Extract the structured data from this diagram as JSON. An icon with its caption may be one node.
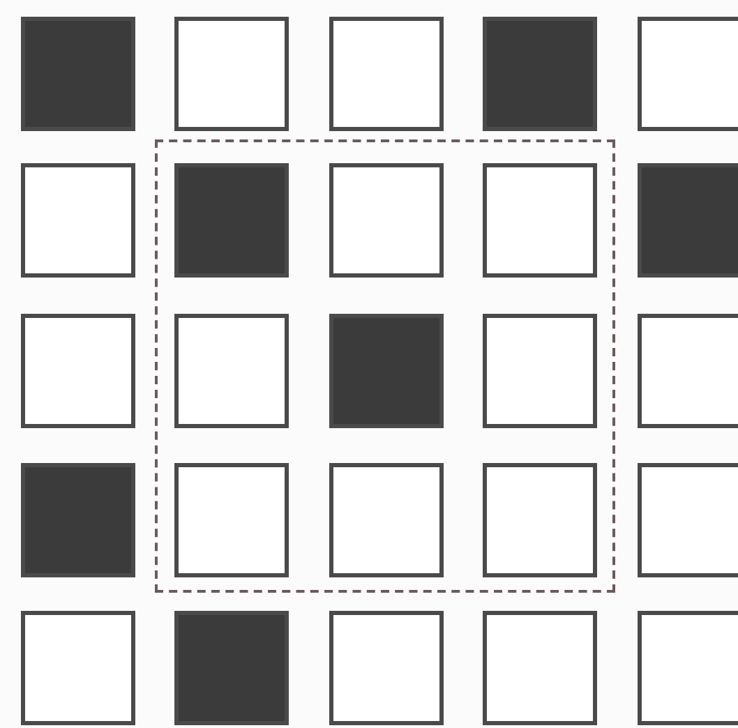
{
  "diagram": {
    "nodes": [
      {
        "text": [],
        "shape": "block"
      },
      {
        "text": [],
        "shape": "box"
      },
      {
        "text": [],
        "shape": "box"
      },
      {
        "text": [],
        "shape": "block"
      },
      {
        "text": [],
        "shape": "box"
      },
      {
        "text": [],
        "shape": "box"
      },
      {
        "text": [],
        "shape": "block"
      },
      {
        "text": [],
        "shape": "box"
      },
      {
        "text": [],
        "shape": "box"
      },
      {
        "text": [],
        "shape": "block"
      },
      {
        "text": [],
        "shape": "box"
      },
      {
        "text": [],
        "shape": "box"
      },
      {
        "text": [],
        "shape": "block"
      },
      {
        "text": [],
        "shape": "box"
      },
      {
        "text": [],
        "shape": "box"
      },
      {
        "text": [],
        "shape": "block"
      },
      {
        "text": [],
        "shape": "box"
      },
      {
        "text": [],
        "shape": "box"
      },
      {
        "text": [],
        "shape": "box"
      },
      {
        "text": [],
        "shape": "box"
      },
      {
        "text": [],
        "shape": "box"
      },
      {
        "text": [],
        "shape": "block"
      },
      {
        "text": [],
        "shape": "box"
      },
      {
        "text": [],
        "shape": "box"
      },
      {
        "text": [],
        "shape": "box"
      }
    ]
  }
}
